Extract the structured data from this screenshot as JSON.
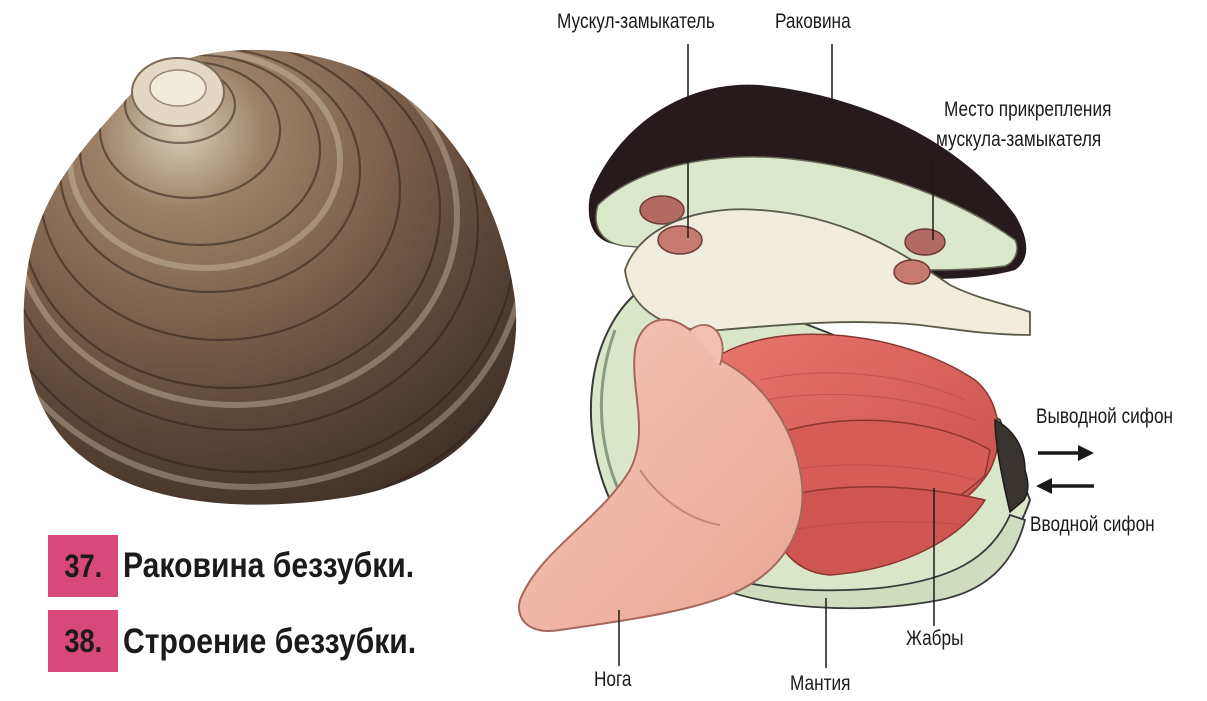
{
  "captions": [
    {
      "number": "37.",
      "text": "Раковина беззубки."
    },
    {
      "number": "38.",
      "text": "Строение беззубки."
    }
  ],
  "labels": {
    "muscle": "Мускул-замыкатель",
    "shell": "Раковина",
    "attach_line1": "Место прикрепления",
    "attach_line2": "мускула-замыкателя",
    "out_siphon": "Выводной сифон",
    "in_siphon": "Вводной сифон",
    "foot": "Нога",
    "mantle": "Мантия",
    "gills": "Жабры"
  },
  "colors": {
    "caption_badge": "#d9487a",
    "shell_dark": "#2a1c1c",
    "shell_inner": "#d9e6c8",
    "body": "#f1ecdc",
    "foot": "#f2b7a8",
    "gills": "#d95f5a",
    "muscle_scar": "#b26a62"
  }
}
